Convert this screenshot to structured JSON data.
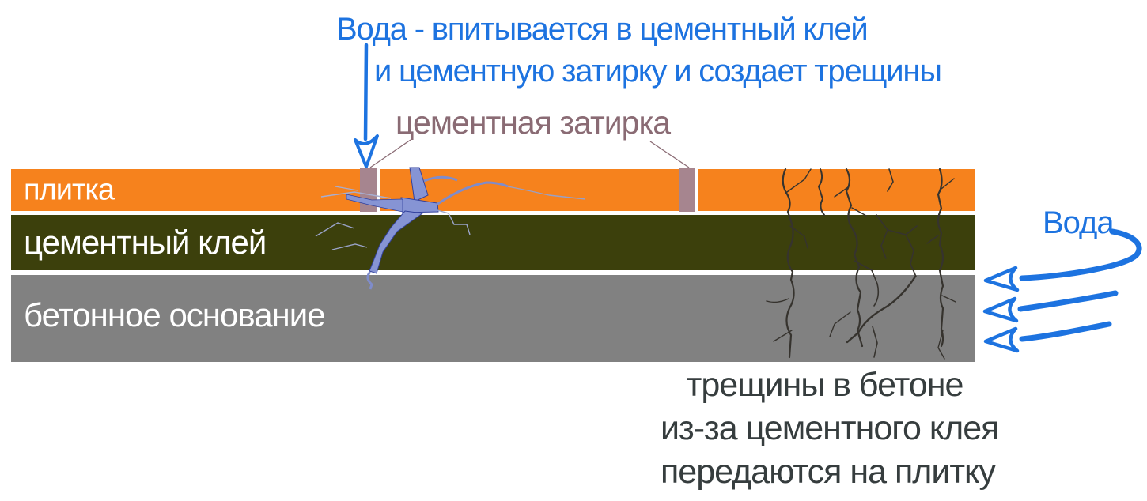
{
  "diagram": {
    "top_note": {
      "line1": "Вода - впитывается в цементный клей",
      "line2": "и цементную затирку и создает трещины"
    },
    "grout_label": "цементная затирка",
    "water_label": "Вода",
    "layers": [
      {
        "label": "плитка",
        "color": "#f6821d"
      },
      {
        "label": "цементный клей",
        "color": "#3c400c"
      },
      {
        "label": "бетонное основание",
        "color": "#818181"
      }
    ],
    "bottom_note": {
      "line1": "трещины в бетоне",
      "line2": "из-за цементного клея",
      "line3": "передаются на плитку"
    },
    "colors": {
      "annotation_blue": "#1d73e0",
      "grout_mauve": "#a6858f",
      "label_mauve": "#8a6b74",
      "note_dark": "#363d3e",
      "crack_blue": "#8694d4",
      "crack_dark": "#36332e"
    },
    "icons": [
      "arrow-down-icon",
      "curved-arrow-icon",
      "arrow-left-icon"
    ]
  }
}
